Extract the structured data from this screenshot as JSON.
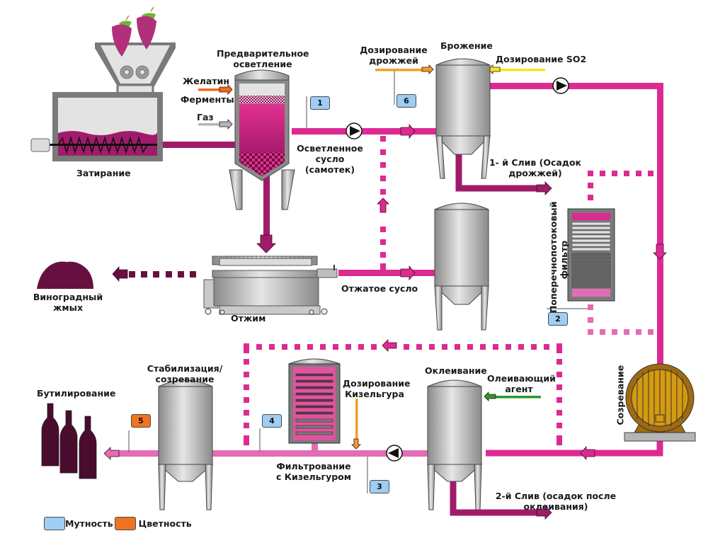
{
  "colors": {
    "must_pipe": "#a01c6b",
    "wine_pipe": "#dd2a92",
    "filtered_pipe": "#e36db4",
    "pomace": "#661040",
    "tank": "#b8b8b8",
    "turbidity": "#9fcdf3",
    "color_intensity": "#f0731f",
    "yeast": "#f0a020",
    "so2": "#f2e81a",
    "gelatin": "#f06a18",
    "fining_agent": "#2a9a2a",
    "barrel": "#d49a10"
  },
  "stages": {
    "crushing": "Затирание",
    "pre_clarification": "Предварительное осветление",
    "fermentation": "Брожение",
    "pressing": "Отжим",
    "pomace": "Виноградный жмых",
    "crossflow_filter": "Поперечнопотоковый фильтр",
    "maturation": "Созревание",
    "fining": "Оклеивание",
    "kieselguhr_filtration": "Фильтрование с Кизельгуром",
    "stabilization": "Стабилизация/ созревание",
    "bottling": "Бутилирование"
  },
  "inputs": {
    "gelatin": "Желатин",
    "enzymes": "Ферменты",
    "gas": "Газ",
    "yeast_dosing": "Дозирование дрожжей",
    "so2_dosing": "Дозирование SO2",
    "kieselguhr_dosing": "Дозирование Кизельгура",
    "fining_agent": "Олеивающий агент"
  },
  "flows": {
    "clarified_must": "Осветленное сусло (самотек)",
    "pressed_must": "Отжатое сусло",
    "first_racking": "1- й Слив (Осадок дрожжей)",
    "second_racking": "2-й Слив (осадок после оклеивания)"
  },
  "measurement_points": [
    {
      "id": "1",
      "type": "turbidity"
    },
    {
      "id": "2",
      "type": "turbidity"
    },
    {
      "id": "3",
      "type": "turbidity"
    },
    {
      "id": "4",
      "type": "turbidity"
    },
    {
      "id": "5",
      "type": "color"
    },
    {
      "id": "6",
      "type": "turbidity"
    }
  ],
  "legend": {
    "turbidity": "Мутность",
    "color": "Цветность"
  }
}
